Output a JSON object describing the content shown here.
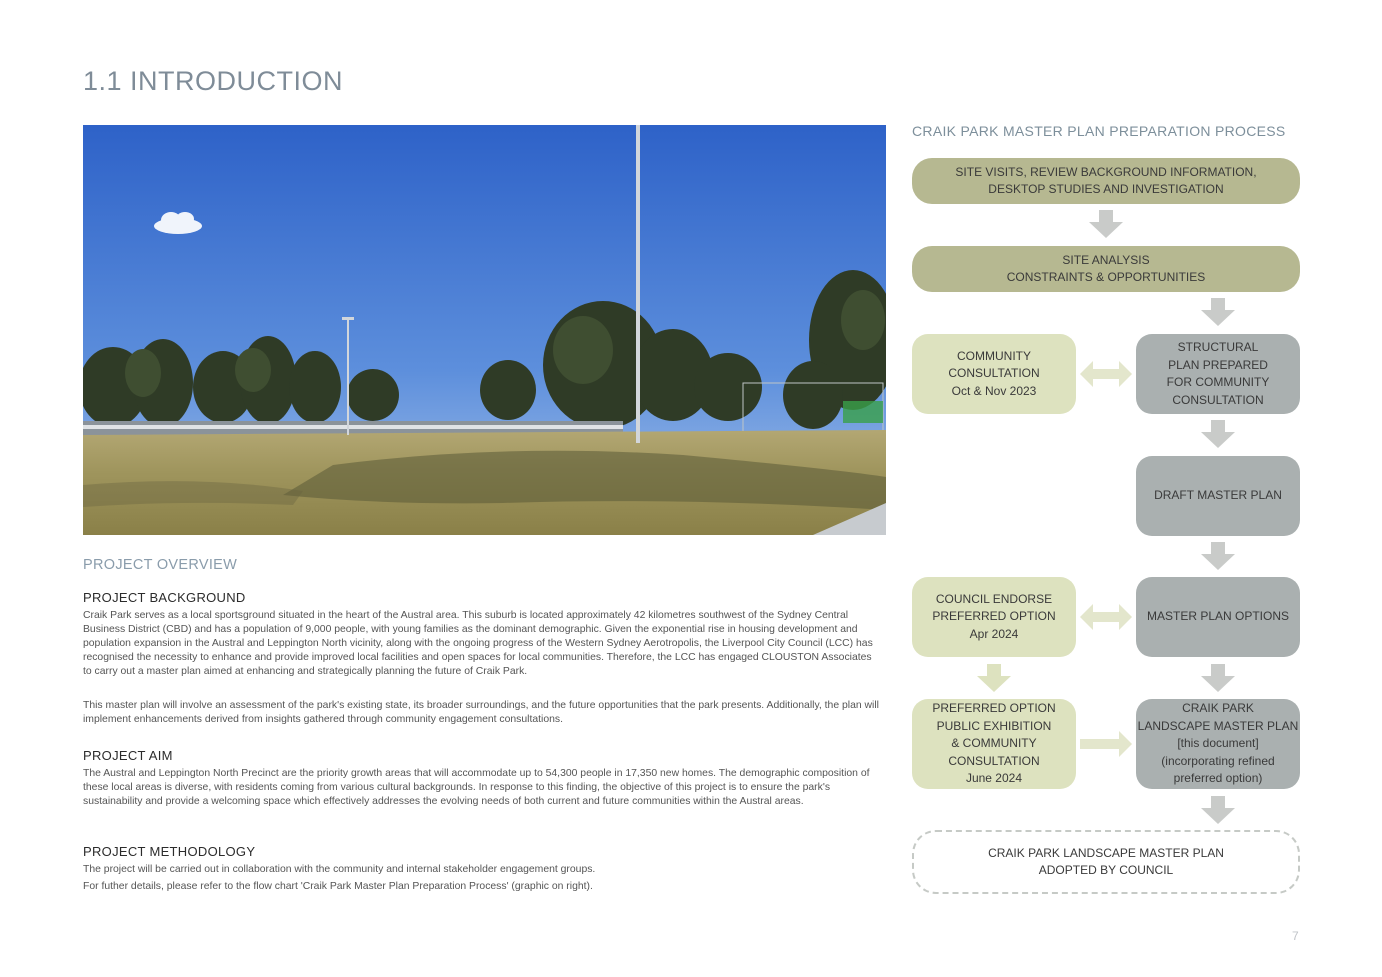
{
  "page": {
    "title": "1.1 INTRODUCTION",
    "number": "7"
  },
  "photo": {
    "subject": "sportsground-photo"
  },
  "overview": {
    "heading": "PROJECT OVERVIEW",
    "background": {
      "heading": "PROJECT BACKGROUND",
      "para1": "Craik Park serves as a local sportsground situated in the heart of the Austral area. This suburb is located approximately 42 kilometres southwest of the Sydney Central Business District (CBD) and has a population of 9,000 people, with young families as the dominant demographic. Given the exponential rise in housing development and population expansion in the Austral and Leppington North vicinity, along with the ongoing progress of the Western Sydney Aerotropolis, the Liverpool City Council (LCC) has recognised the necessity to enhance and provide improved local facilities and open spaces for local communities. Therefore, the LCC has engaged CLOUSTON Associates to carry out a master plan aimed at enhancing and strategically planning the future of Craik Park.",
      "para2": "This master plan will involve an assessment of the park's existing state, its broader surroundings, and the future opportunities that the park presents. Additionally, the plan will implement enhancements derived from insights gathered through community engagement consultations."
    },
    "aim": {
      "heading": "PROJECT AIM",
      "para": "The Austral and Leppington North Precinct are the priority growth areas that will accommodate up to 54,300 people in 17,350 new homes. The demographic composition of these local areas is diverse, with residents coming from various cultural backgrounds. In response to this finding, the objective of this project is to ensure the park's sustainability and provide a welcoming space which effectively addresses the evolving needs of both current and future communities within the Austral areas."
    },
    "methodology": {
      "heading": "PROJECT METHODOLOGY",
      "line1": "The project will be carried out in collaboration with the community and internal stakeholder engagement groups.",
      "line2": "For futher details, please refer to the flow chart 'Craik Park Master Plan Preparation Process' (graphic on right)."
    }
  },
  "flow": {
    "title": "CRAIK PARK MASTER PLAN PREPARATION PROCESS",
    "colors": {
      "olive": "#b6b891",
      "light_green": "#dde2bf",
      "grey": "#aab0b0",
      "arrow": "#c9cbc9"
    },
    "steps": {
      "site_visits": "SITE VISITS, REVIEW BACKGROUND INFORMATION,\nDESKTOP STUDIES AND INVESTIGATION",
      "site_analysis": "SITE ANALYSIS\nCONSTRAINTS & OPPORTUNITIES",
      "community_consultation": "COMMUNITY\nCONSULTATION\nOct & Nov 2023",
      "structural_plan": "STRUCTURAL\nPLAN PREPARED\nFOR COMMUNITY\nCONSULTATION",
      "draft_master_plan": "DRAFT MASTER PLAN",
      "council_endorse": "COUNCIL ENDORSE\nPREFERRED OPTION\nApr 2024",
      "master_plan_options": "MASTER PLAN OPTIONS",
      "public_exhibition": "PREFERRED OPTION\nPUBLIC EXHIBITION\n& COMMUNITY\nCONSULTATION\nJune 2024",
      "landscape_master_plan": "CRAIK PARK\nLANDSCAPE MASTER PLAN\n[this document]\n(incorporating refined\npreferred option)",
      "adopted": "CRAIK PARK LANDSCAPE MASTER PLAN\nADOPTED BY COUNCIL"
    }
  }
}
